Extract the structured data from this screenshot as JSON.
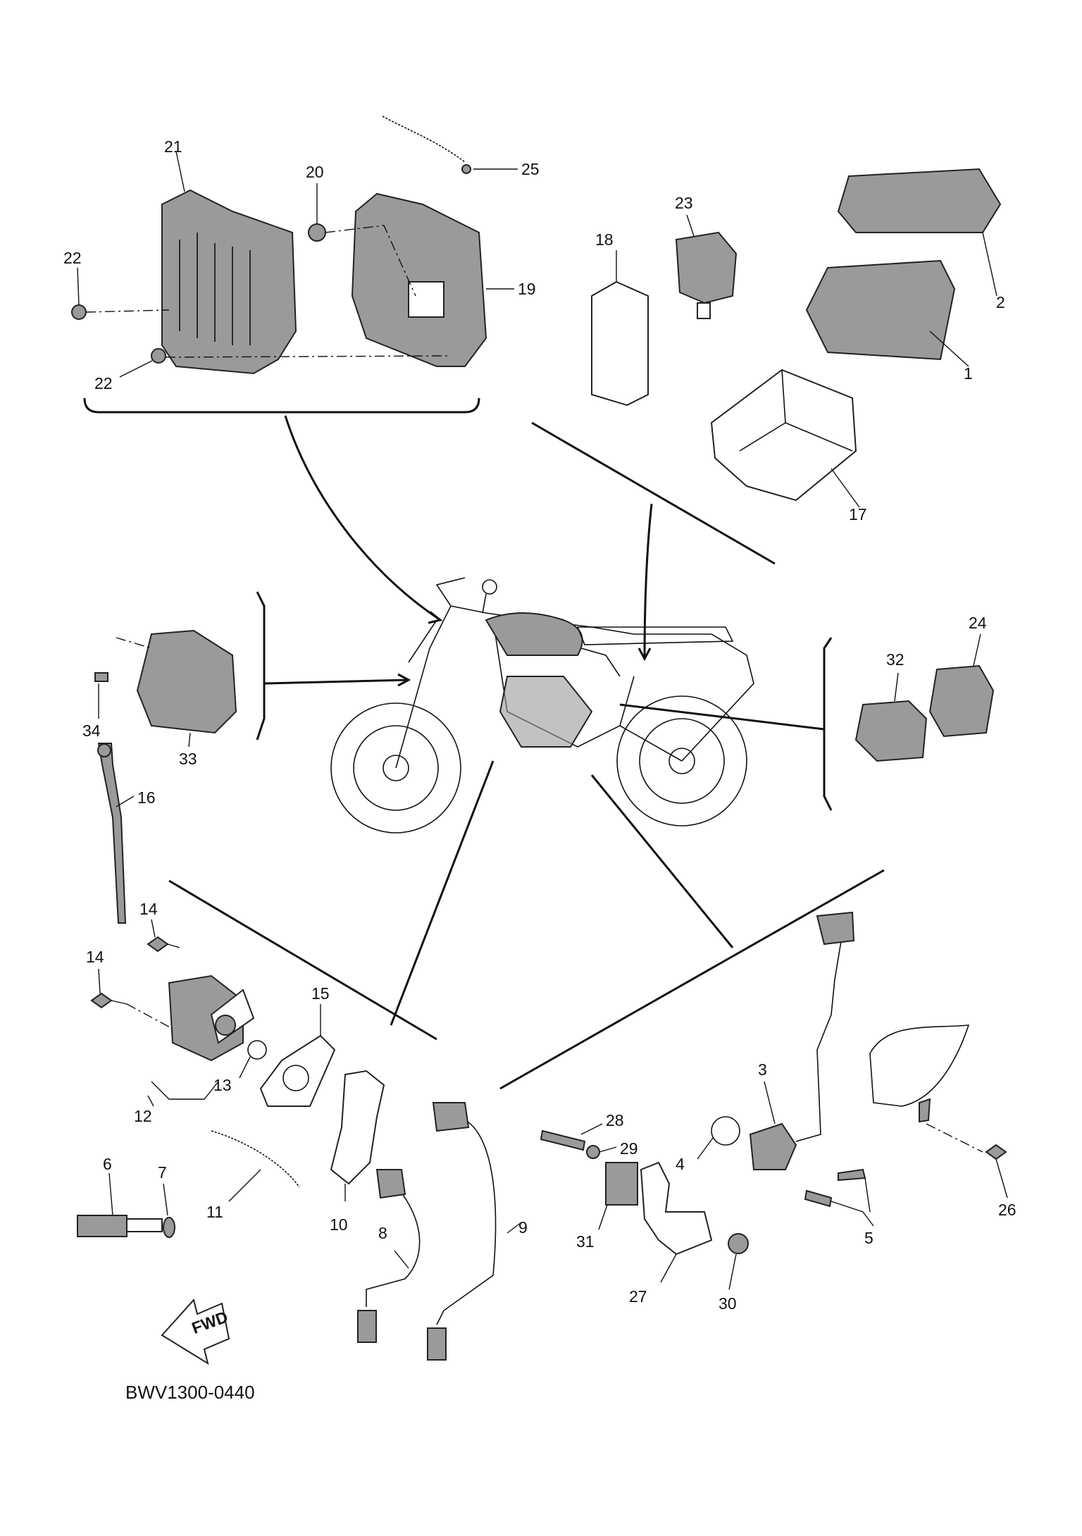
{
  "diagram": {
    "code": "BWV1300-0440",
    "fwd_label": "FWD",
    "callouts": {
      "c1": "1",
      "c2": "2",
      "c3": "3",
      "c4": "4",
      "c5": "5",
      "c6": "6",
      "c7": "7",
      "c8": "8",
      "c9": "9",
      "c10": "10",
      "c11": "11",
      "c12": "12",
      "c13": "13",
      "c14a": "14",
      "c14b": "14",
      "c15": "15",
      "c16": "16",
      "c17": "17",
      "c18": "18",
      "c19": "19",
      "c20": "20",
      "c21": "21",
      "c22a": "22",
      "c22b": "22",
      "c23": "23",
      "c24": "24",
      "c25": "25",
      "c26": "26",
      "c27": "27",
      "c28": "28",
      "c29": "29",
      "c30": "30",
      "c31": "31",
      "c32": "32",
      "c33": "33",
      "c34": "34"
    }
  }
}
